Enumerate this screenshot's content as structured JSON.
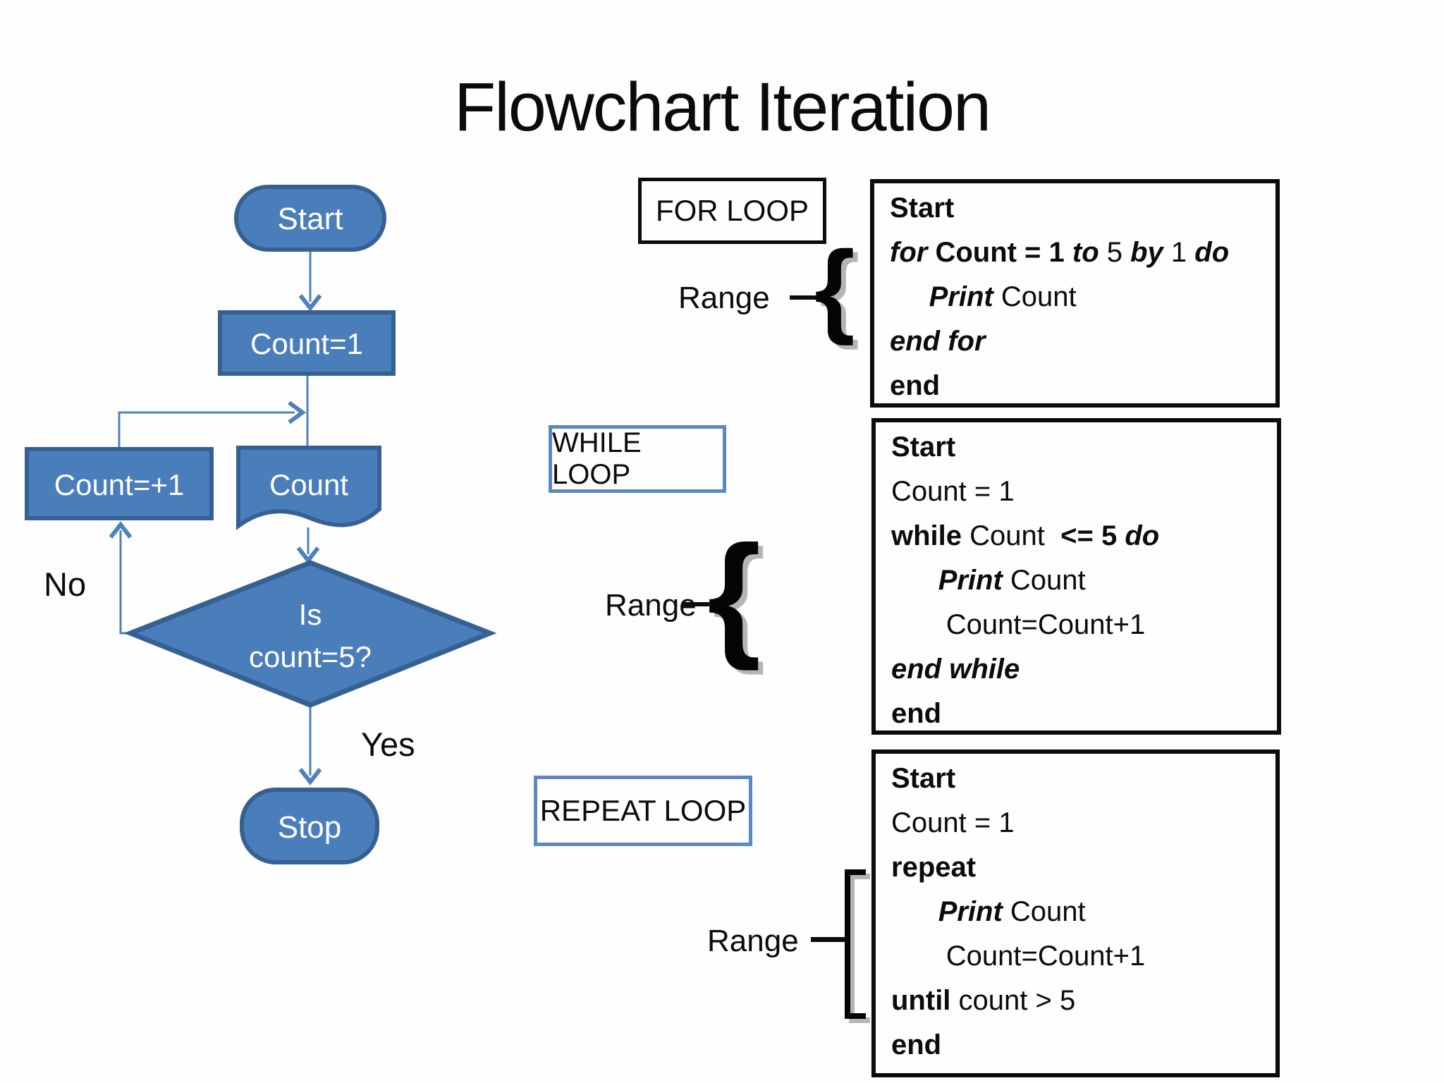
{
  "title": "Flowchart Iteration",
  "colors": {
    "shape_fill": "#4a7ebb",
    "shape_border": "#366092",
    "connector": "#4f81bd",
    "black_box_border": "#0b0b0b",
    "blue_label_border": "#5b87c5",
    "shape_text": "#ffffff",
    "body_text": "#0b0b0b",
    "brace_shadow": "#b5b5b5"
  },
  "flowchart": {
    "start": "Start",
    "init": "Count=1",
    "increment": "Count=+1",
    "output": "Count",
    "decision_line1": "Is",
    "decision_line2": "count=5?",
    "no_label": "No",
    "yes_label": "Yes",
    "stop": "Stop"
  },
  "section_labels": {
    "for": "FOR LOOP",
    "while": "WHILE LOOP",
    "repeat": "REPEAT LOOP",
    "range_for": "Range",
    "range_while": "Range",
    "range_repeat": "Range"
  },
  "code_boxes": {
    "for_loop": {
      "lines": [
        [
          {
            "t": "Start",
            "s": "b"
          }
        ],
        [
          {
            "t": "for ",
            "s": "bi"
          },
          {
            "t": "Count = 1 ",
            "s": "b"
          },
          {
            "t": "to ",
            "s": "bi"
          },
          {
            "t": "5 ",
            "s": "r"
          },
          {
            "t": "by ",
            "s": "bi"
          },
          {
            "t": "1 ",
            "s": "r"
          },
          {
            "t": "do",
            "s": "bi"
          }
        ],
        [
          {
            "t": "     ",
            "s": "r"
          },
          {
            "t": "Print ",
            "s": "bi"
          },
          {
            "t": "Count",
            "s": "r"
          }
        ],
        [
          {
            "t": "end for",
            "s": "bi"
          }
        ],
        [
          {
            "t": "end",
            "s": "b"
          }
        ]
      ]
    },
    "while_loop": {
      "lines": [
        [
          {
            "t": "Start",
            "s": "b"
          }
        ],
        [
          {
            "t": "Count = 1",
            "s": "r"
          }
        ],
        [
          {
            "t": "while ",
            "s": "b"
          },
          {
            "t": "Count  ",
            "s": "r"
          },
          {
            "t": "<= 5 ",
            "s": "b"
          },
          {
            "t": "do",
            "s": "bi"
          }
        ],
        [
          {
            "t": "      ",
            "s": "r"
          },
          {
            "t": "Print ",
            "s": "bi"
          },
          {
            "t": "Count",
            "s": "r"
          }
        ],
        [
          {
            "t": "       Count=Count+1",
            "s": "r"
          }
        ],
        [
          {
            "t": "end while",
            "s": "bi"
          }
        ],
        [
          {
            "t": "end",
            "s": "b"
          }
        ]
      ]
    },
    "repeat_loop": {
      "lines": [
        [
          {
            "t": "Start",
            "s": "b"
          }
        ],
        [
          {
            "t": "Count = 1",
            "s": "r"
          }
        ],
        [
          {
            "t": "repeat",
            "s": "b"
          }
        ],
        [
          {
            "t": "      ",
            "s": "r"
          },
          {
            "t": "Print ",
            "s": "bi"
          },
          {
            "t": "Count",
            "s": "r"
          }
        ],
        [
          {
            "t": "       Count=Count+1",
            "s": "r"
          }
        ],
        [
          {
            "t": "until ",
            "s": "b"
          },
          {
            "t": "count > 5",
            "s": "r"
          }
        ],
        [
          {
            "t": "end",
            "s": "b"
          }
        ]
      ]
    }
  }
}
